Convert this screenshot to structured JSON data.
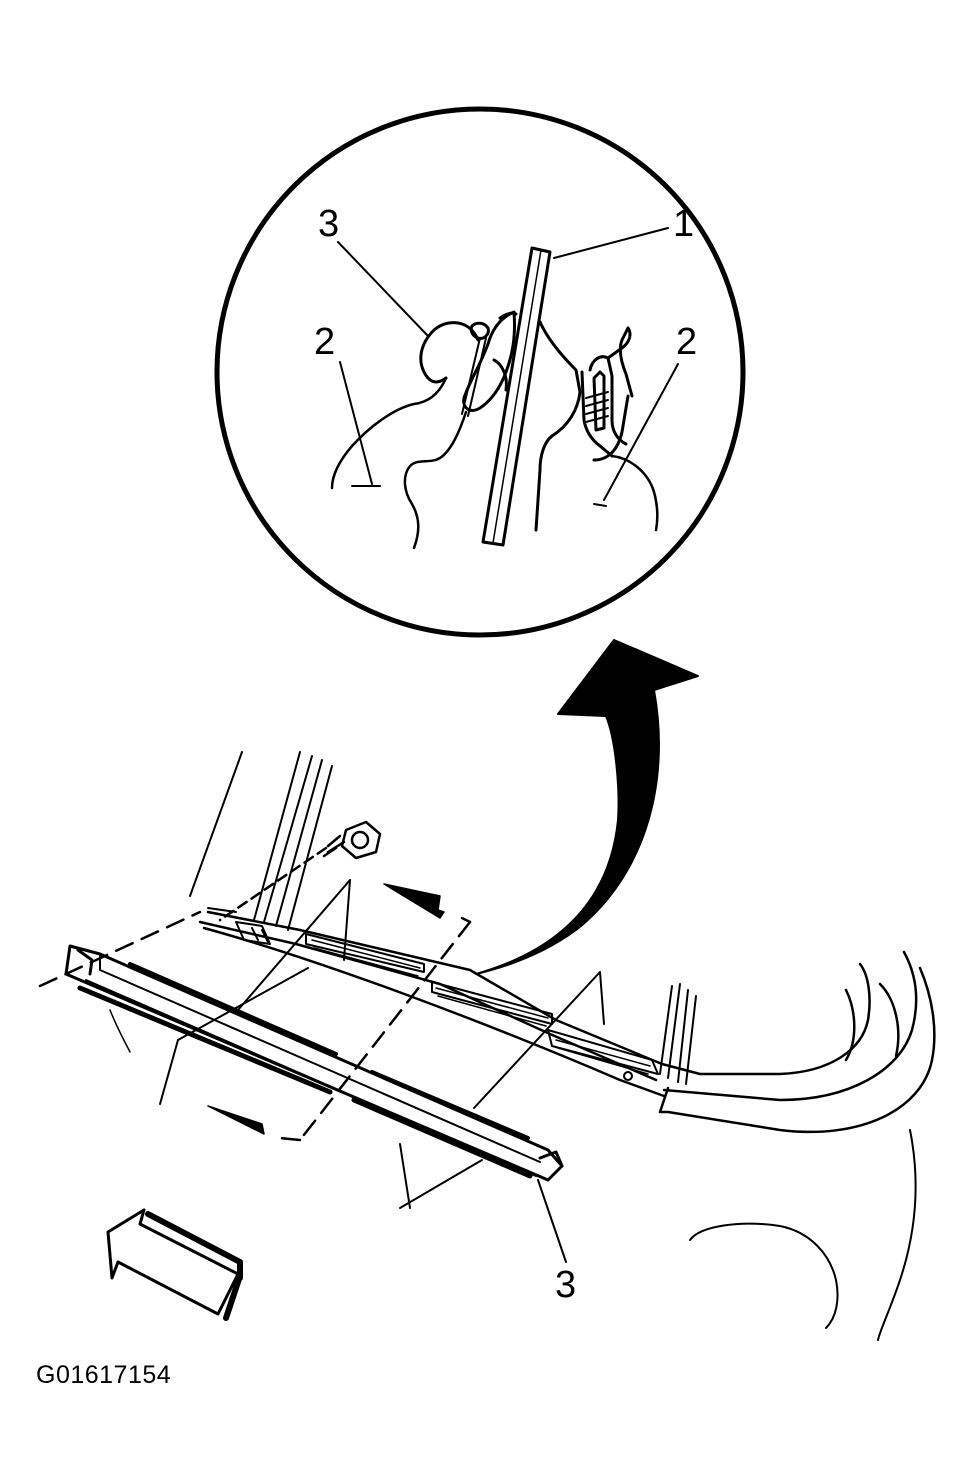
{
  "figure_id": "G01617154",
  "callouts": {
    "detail_glass": "1",
    "detail_panel_left": "2",
    "detail_panel_right": "2",
    "detail_molding": "3",
    "main_molding": "3"
  },
  "colors": {
    "ink": "#000000",
    "paper": "#ffffff"
  }
}
